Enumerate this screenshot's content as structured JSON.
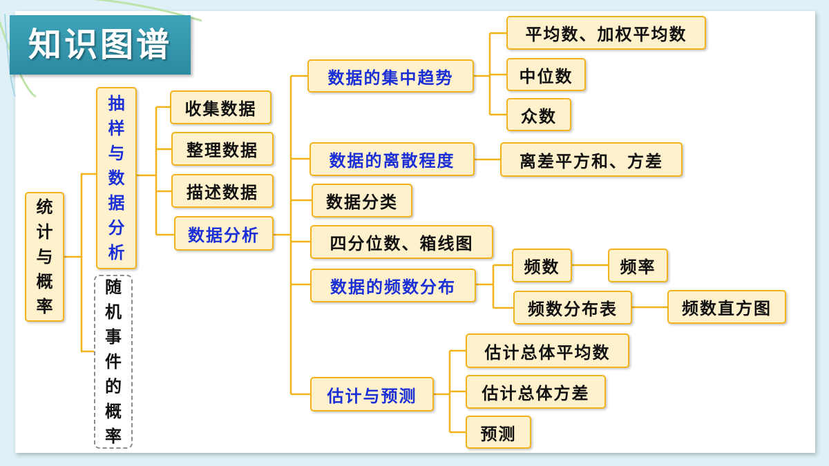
{
  "title": "知识图谱",
  "root": "统计与概率",
  "branches": {
    "sampling": "抽样与数据分析",
    "random": "随机事件的概率"
  },
  "steps": {
    "collect": "收集数据",
    "organize": "整理数据",
    "describe": "描述数据",
    "analyze": "数据分析"
  },
  "analysis": {
    "central": "数据的集中趋势",
    "dispersion": "数据的离散程度",
    "classify": "数据分类",
    "quartile": "四分位数、箱线图",
    "frequency": "数据的频数分布",
    "estimate": "估计与预测"
  },
  "details": {
    "weighted_mean": "平均数、加权平均数",
    "median": "中位数",
    "mode": "众数",
    "variance": "离差平方和、方差",
    "freq_count": "频数",
    "freq_rate": "频率",
    "freq_table": "频数分布表",
    "histogram": "频数直方图",
    "est_mean": "估计总体平均数",
    "est_variance": "估计总体方差",
    "predict": "预测"
  },
  "colors": {
    "node_fill": "#fff1cc",
    "node_border": "#f2b21b",
    "highlight_text": "#1b2fd6",
    "title_banner": "#2a8aa1"
  }
}
